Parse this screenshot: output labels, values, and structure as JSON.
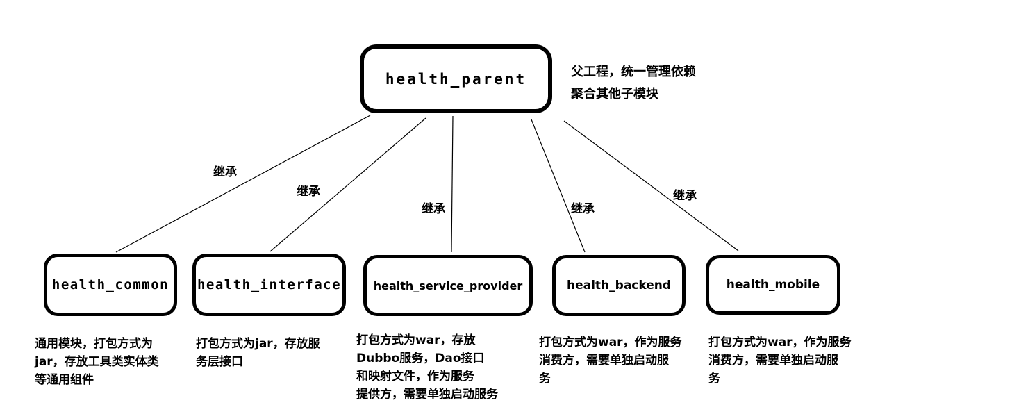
{
  "diagram": {
    "edge_label": "继承",
    "parent": {
      "label": "health_parent",
      "note_lines": [
        "父工程，统一管理依赖",
        "聚合其他子模块"
      ]
    },
    "children": [
      {
        "label": "health_common",
        "desc_lines": [
          "通用模块，打包方式为",
          "jar，存放工具类实体类",
          "等通用组件"
        ]
      },
      {
        "label": "health_interface",
        "desc_lines": [
          "打包方式为jar，存放服",
          "务层接口"
        ]
      },
      {
        "label": "health_service_provider",
        "desc_lines": [
          "打包方式为war，存放",
          "Dubbo服务，Dao接口",
          "和映射文件，作为服务",
          "提供方，需要单独启动服务"
        ]
      },
      {
        "label": "health_backend",
        "desc_lines": [
          "打包方式为war，作为服务",
          "消费方，需要单独启动服",
          "务"
        ]
      },
      {
        "label": "health_mobile",
        "desc_lines": [
          "打包方式为war，作为服务",
          "消费方，需要单独启动服",
          "务"
        ]
      }
    ],
    "colors": {
      "background": "#ffffff",
      "line": "#000000",
      "box_border": "#000000",
      "text": "#000000"
    }
  }
}
